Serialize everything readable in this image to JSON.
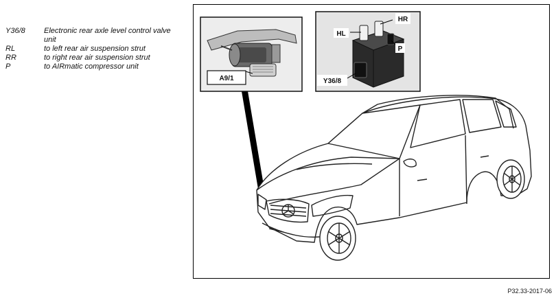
{
  "legend": [
    {
      "code": "Y36/8",
      "description": "Electronic rear axle level control valve unit"
    },
    {
      "code": "RL",
      "description": "to left rear air suspension strut"
    },
    {
      "code": "RR",
      "description": "to right rear air suspension strut"
    },
    {
      "code": "P",
      "description": "to AIRmatic compressor unit"
    }
  ],
  "callouts": {
    "compressor": "A9/1",
    "valve_unit": "Y36/8",
    "hl": "HL",
    "hr": "HR",
    "p": "P"
  },
  "figure_id": "P32.33-2017-06"
}
